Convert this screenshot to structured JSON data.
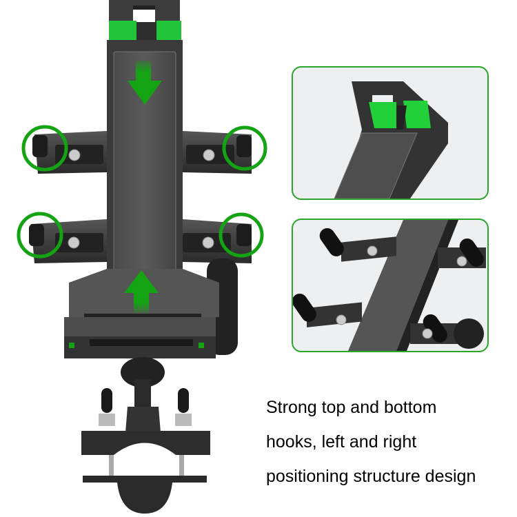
{
  "colors": {
    "accent_green": "#1aa31a",
    "highlight_green": "#22d13a",
    "body_dark": "#3a3a3a",
    "body_mid": "#555555",
    "inset_background": "#eeeff1",
    "text": "#000000"
  },
  "product": {
    "name": "phone-holder-mount",
    "arrows": [
      {
        "direction": "down",
        "icon": "arrow-down-icon"
      },
      {
        "direction": "up",
        "icon": "arrow-up-icon"
      }
    ],
    "highlight_circles": 4
  },
  "insets": [
    {
      "label": "top-hook-closeup"
    },
    {
      "label": "side-arms-closeup"
    }
  ],
  "caption": {
    "lines": [
      "Strong top and bottom",
      "hooks, left and right",
      "positioning structure design"
    ]
  }
}
